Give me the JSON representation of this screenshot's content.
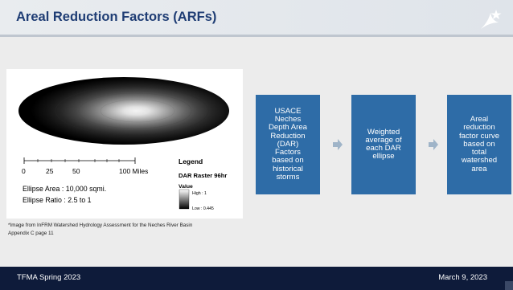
{
  "slide": {
    "title": "Areal Reduction Factors (ARFs)",
    "brand_color": "#1f3d74",
    "box_color": "#2e6ca7",
    "arrow_color": "#9fb4c8",
    "footer_color": "#0e1b3a"
  },
  "figure": {
    "scale_ticks": [
      "0",
      "25",
      "50",
      "100 Miles"
    ],
    "legend_title": "Legend",
    "raster_name": "DAR Raster 96hr",
    "value_label": "Value",
    "high_label": "High : 1",
    "low_label": "Low : 0.445",
    "ellipse_area": "Ellipse Area :  10,000 sqmi.",
    "ellipse_ratio": "Ellipse Ratio :  2.5 to 1"
  },
  "caption": {
    "line1": "*Image from InFRM Watershed Hydrology Assessment for the Neches River Basin",
    "line2": "Appendix C page 11"
  },
  "process": [
    {
      "lines": [
        "USACE",
        "Neches",
        "Depth Area",
        "Reduction",
        "(DAR)",
        "Factors",
        "based on",
        "historical",
        "storms"
      ]
    },
    {
      "lines": [
        "Weighted",
        "average of",
        "each DAR",
        "ellipse"
      ]
    },
    {
      "lines": [
        "Areal",
        "reduction",
        "factor curve",
        "based on",
        "total",
        "watershed",
        "area"
      ]
    }
  ],
  "footer": {
    "left": "TFMA Spring 2023",
    "right": "March 9, 2023"
  },
  "icons": {
    "logo": "star-swoosh-logo-icon",
    "arrow": "right-arrow-icon"
  }
}
